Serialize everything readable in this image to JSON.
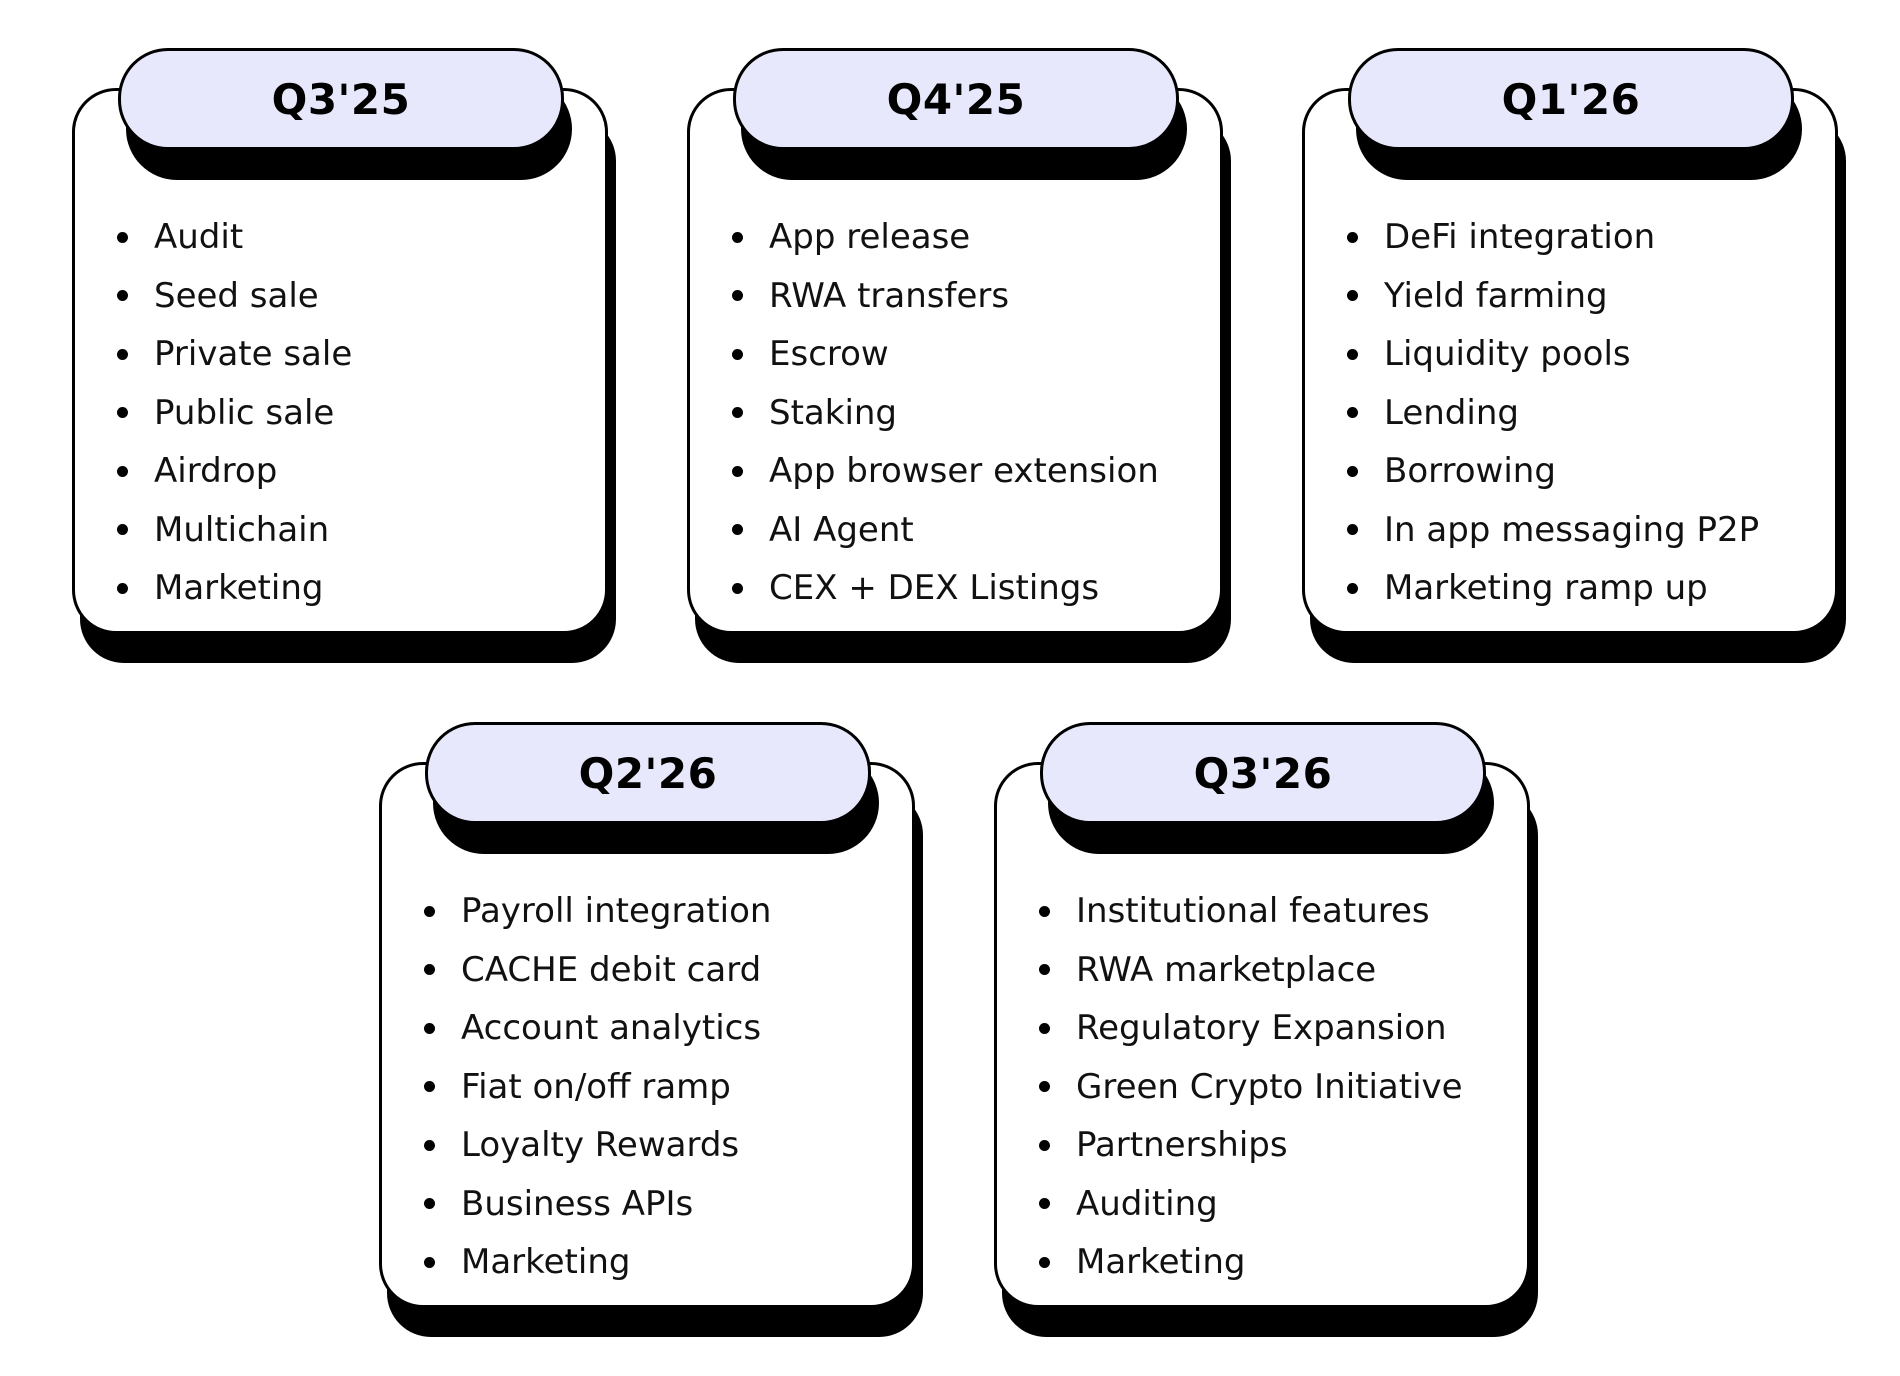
{
  "roadmap": {
    "phases": [
      {
        "label": "Q3'25",
        "items": [
          "Audit",
          "Seed sale",
          "Private sale",
          "Public sale",
          "Airdrop",
          "Multichain",
          "Marketing"
        ]
      },
      {
        "label": "Q4'25",
        "items": [
          "App release",
          "RWA transfers",
          "Escrow",
          "Staking",
          "App browser extension",
          "AI Agent",
          "CEX + DEX Listings"
        ]
      },
      {
        "label": "Q1'26",
        "items": [
          "DeFi integration",
          "Yield farming",
          "Liquidity pools",
          "Lending",
          "Borrowing",
          "In app messaging P2P",
          "Marketing ramp up"
        ]
      },
      {
        "label": "Q2'26",
        "items": [
          "Payroll integration",
          "CACHE debit card",
          "Account analytics",
          "Fiat on/off ramp",
          "Loyalty Rewards",
          "Business APIs",
          "Marketing"
        ]
      },
      {
        "label": "Q3'26",
        "items": [
          "Institutional features",
          "RWA marketplace",
          "Regulatory Expansion",
          "Green Crypto Initiative",
          "Partnerships",
          "Auditing",
          "Marketing"
        ]
      }
    ]
  },
  "colors": {
    "pill_fill": "#e7e8fc",
    "outline": "#000000",
    "card_fill": "#ffffff"
  }
}
